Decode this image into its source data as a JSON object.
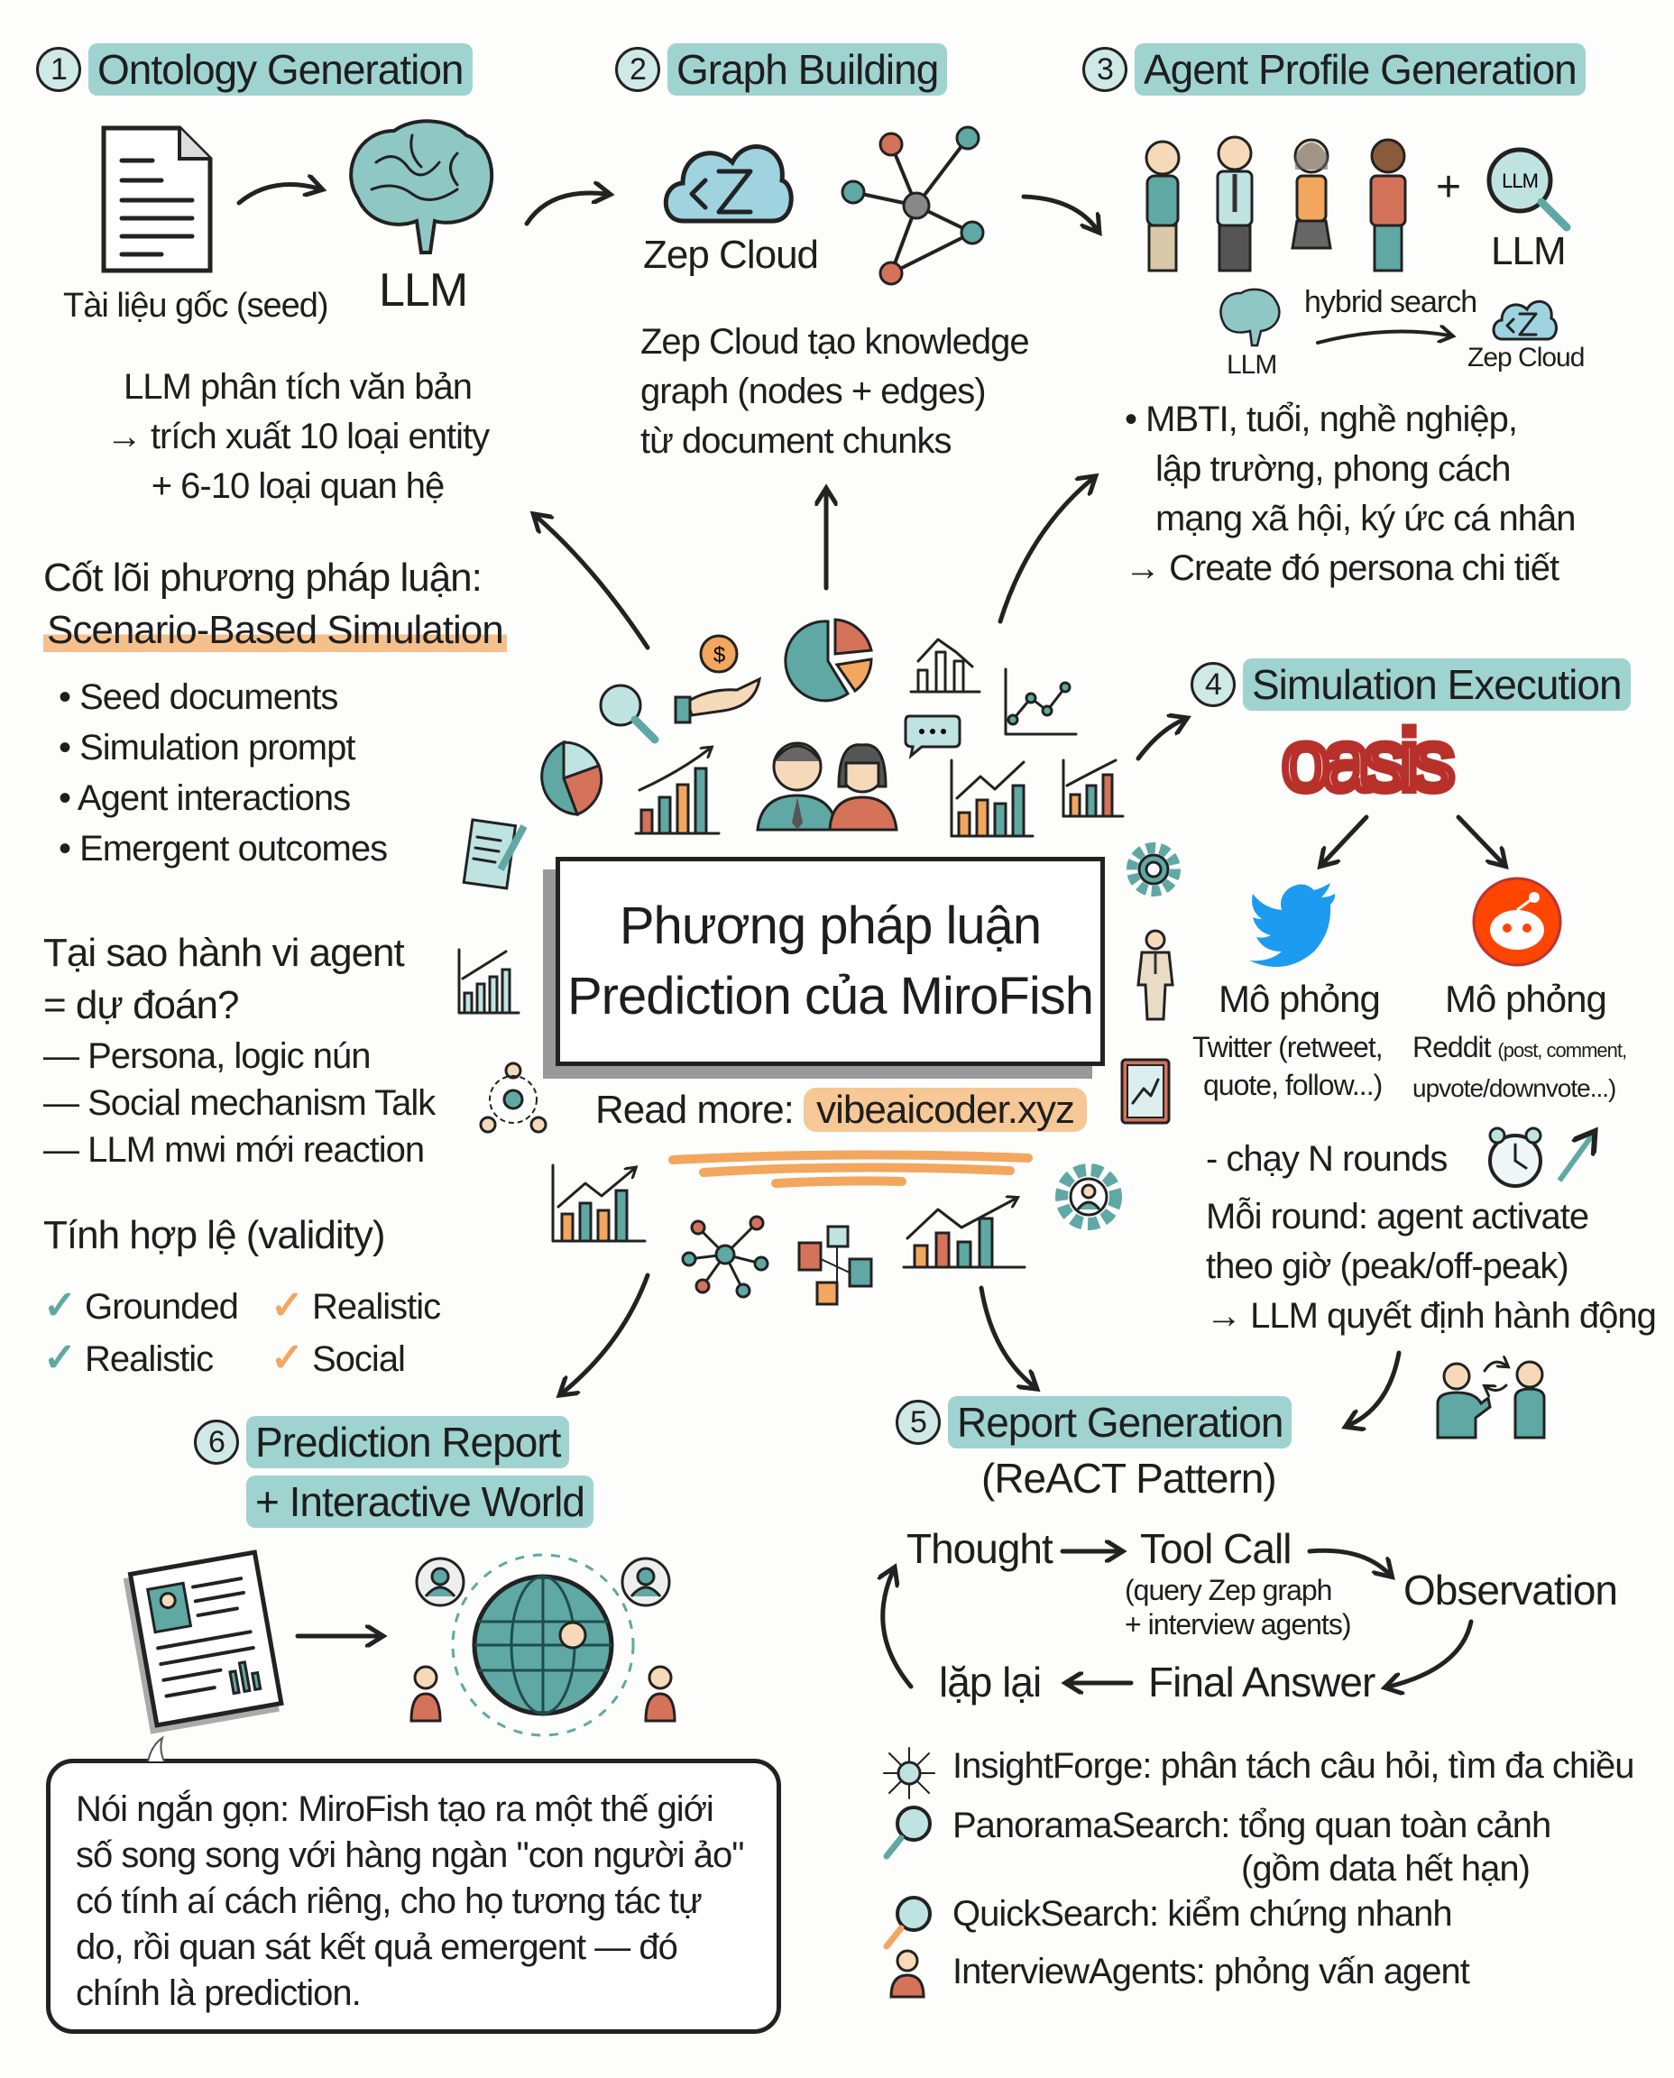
{
  "colors": {
    "teal": "#5fa8a3",
    "highlight": "#9fd3cf",
    "orange": "#f2a65e",
    "red": "#d4735a"
  },
  "step1": {
    "num": "1",
    "title": "Ontology Generation",
    "seed_label": "Tài liệu gốc (seed)",
    "llm_label": "LLM",
    "desc": [
      "LLM phân tích văn bản",
      "→ trích xuất 10 loại entity",
      "+ 6-10 loại quan hệ"
    ]
  },
  "step2": {
    "num": "2",
    "title": "Graph Building",
    "cloud_label": "Zep Cloud",
    "desc": [
      "Zep Cloud tạo knowledge",
      "graph (nodes + edges)",
      "từ document chunks"
    ]
  },
  "step3": {
    "num": "3",
    "title": "Agent Profile Generation",
    "plus": "+",
    "llm_label": "LLM",
    "magnifier_text": "LLM",
    "small_llm": "LLM",
    "hybrid": "hybrid search",
    "small_cloud": "Zep Cloud",
    "desc": [
      "• MBTI, tuổi, nghề nghiệp,",
      "lập trường, phong cách",
      "mạng xã hội, ký ức cá nhân",
      "→ Create đó persona chi tiết"
    ]
  },
  "core": {
    "title": "Cốt lõi phương pháp luận:",
    "subtitle": "Scenario-Based Simulation",
    "bullets": [
      "• Seed documents",
      "• Simulation prompt",
      "• Agent interactions",
      "• Emergent outcomes"
    ]
  },
  "why": {
    "title": [
      "Tại sao hành vi agent",
      "= dự đoán?"
    ],
    "items": [
      "— Persona, logic nún",
      "— Social mechanism Talk",
      "— LLM mwi mới reaction"
    ]
  },
  "validity": {
    "title": "Tính hợp lệ (validity)",
    "checks": [
      "Grounded",
      "Realistic",
      "Realistic",
      "Social"
    ]
  },
  "center": {
    "title_line1": "Phương pháp luận",
    "title_line2": "Prediction của MiroFish",
    "read_more": "Read more:",
    "url": "vibeaicoder.xyz"
  },
  "step4": {
    "num": "4",
    "title": "Simulation Execution",
    "logo": "oasis",
    "twitter_title": "Mô phỏng",
    "twitter_desc": [
      "Twitter (retweet,",
      "quote, follow...)"
    ],
    "reddit_title": "Mô phỏng",
    "reddit_desc_main": "Reddit",
    "reddit_desc_small": "(post, comment,",
    "reddit_desc_2": "upvote/downvote...)",
    "rounds": "- chạy N rounds",
    "lines": [
      "Mỗi round: agent activate",
      "theo giờ (peak/off-peak)",
      "→ LLM quyết định hành động"
    ]
  },
  "step5": {
    "num": "5",
    "title": "Report Generation",
    "subtitle": "(ReACT Pattern)",
    "thought": "Thought",
    "tool_call": "Tool Call",
    "tool_detail": [
      "(query Zep graph",
      "+ interview agents)"
    ],
    "observation": "Observation",
    "repeat": "lặp lại",
    "final": "Final Answer",
    "tools": [
      {
        "icon": "network-icon",
        "text": "InsightForge: phân tách câu hỏi, tìm đa chiều"
      },
      {
        "icon": "magnifier-icon",
        "text": "PanoramaSearch: tổng quan toàn cảnh",
        "text2": "(gồm data hết hạn)"
      },
      {
        "icon": "magnifier-icon",
        "text": "QuickSearch: kiểm chứng nhanh"
      },
      {
        "icon": "person-icon",
        "text": "InterviewAgents: phỏng vấn agent"
      }
    ]
  },
  "step6": {
    "num": "6",
    "title_line1": "Prediction Report",
    "title_line2": "+ Interactive World"
  },
  "summary": [
    "Nói ngắn gọn: MiroFish tạo ra một thế giới",
    "số song song với hàng ngàn \"con người ảo\"",
    "có tính aí cách riêng, cho họ tương tác tự",
    "do, rồi quan sát kết quả emergent — đó",
    "chính là prediction."
  ]
}
